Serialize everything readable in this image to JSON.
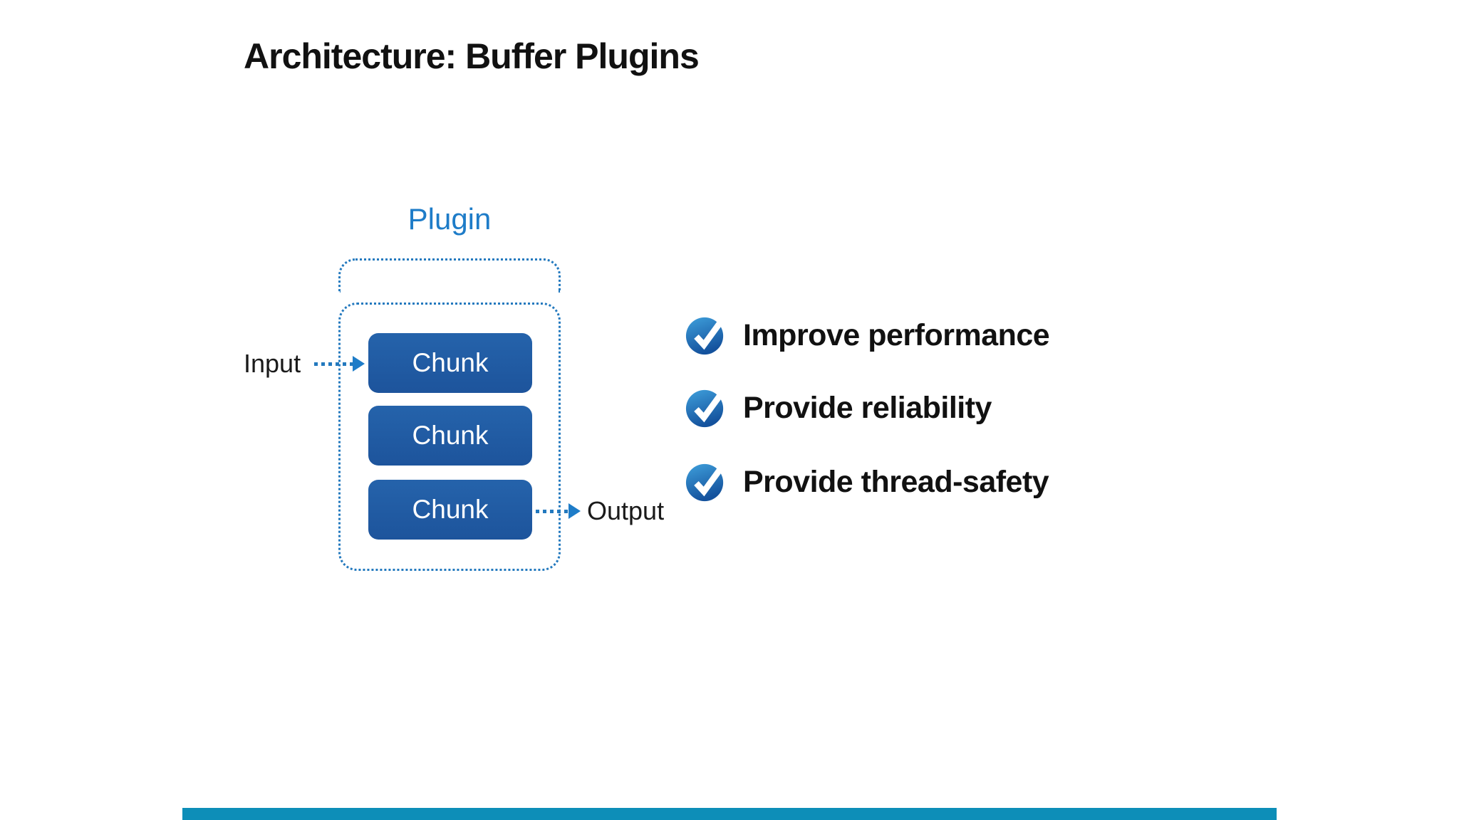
{
  "slide": {
    "title": "Architecture: Buffer Plugins",
    "diagram": {
      "plugin_label": "Plugin",
      "chunks": [
        "Chunk",
        "Chunk",
        "Chunk"
      ],
      "input_label": "Input",
      "output_label": "Output"
    },
    "checklist": [
      {
        "label": "Improve performance"
      },
      {
        "label": "Provide reliability"
      },
      {
        "label": "Provide thread-safety"
      }
    ],
    "icons": {
      "bullet": "check-badge-icon",
      "input_arrow": "dotted-arrow-right-icon",
      "output_arrow": "dotted-arrow-right-icon"
    },
    "colors": {
      "accent_blue": "#1e7cc8",
      "dotted_border": "#2379be",
      "chunk_top": "#2563ab",
      "chunk_bottom": "#1d549c",
      "badge_top": "#3fa0dc",
      "badge_bottom": "#14529d",
      "bottom_bar": "#0d8eb8",
      "text_dark": "#111111"
    }
  }
}
